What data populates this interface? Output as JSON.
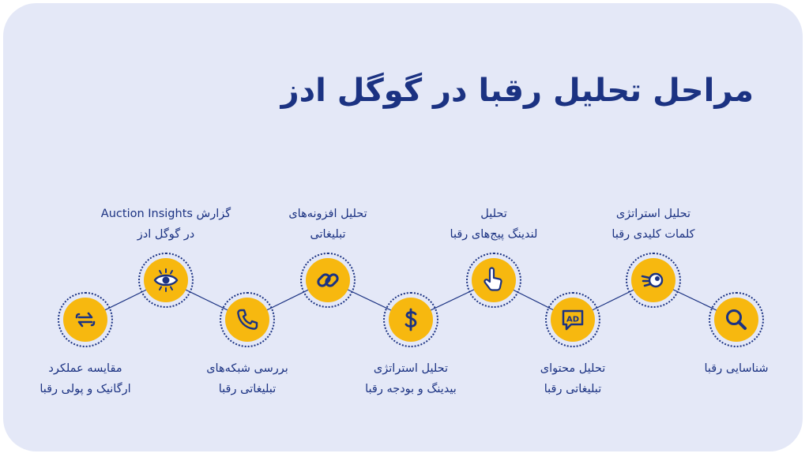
{
  "title": "مراحل تحلیل رقبا در گوگل ادز",
  "colors": {
    "background": "#E4E8F7",
    "accent": "#F7B80F",
    "primary": "#1B3282"
  },
  "steps": [
    {
      "icon": "magnifier-icon",
      "lines": [
        "شناسایی رقبا"
      ]
    },
    {
      "icon": "comet-icon",
      "lines": [
        "تحلیل استراتژی",
        "کلمات کلیدی رقبا"
      ]
    },
    {
      "icon": "ad-bubble-icon",
      "lines": [
        "تحلیل محتوای",
        "تبلیغاتی رقبا"
      ]
    },
    {
      "icon": "pointing-hand-icon",
      "lines": [
        "تحلیل",
        "لندینگ پیج‌های رقبا"
      ]
    },
    {
      "icon": "dollar-icon",
      "lines": [
        "تحلیل استراتژی",
        "بیدینگ و بودجه رقبا"
      ]
    },
    {
      "icon": "link-icon",
      "lines": [
        "تحلیل افزونه‌های",
        "تبلیغاتی"
      ]
    },
    {
      "icon": "phone-icon",
      "lines": [
        "بررسی شبکه‌های",
        "تبلیغاتی رقبا"
      ]
    },
    {
      "icon": "eye-icon",
      "lines": [
        "گزارش Auction Insights",
        "در گوگل ادز"
      ]
    },
    {
      "icon": "swap-arrows-icon",
      "lines": [
        "مقایسه عملکرد",
        "ارگانیک و پولی رقبا"
      ]
    }
  ]
}
